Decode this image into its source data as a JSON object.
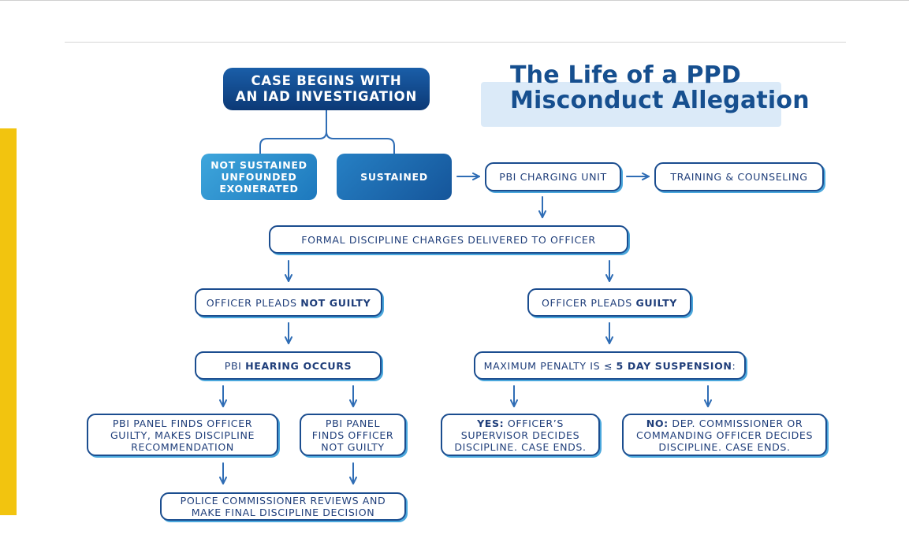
{
  "title": {
    "line1": "The Life of a PPD",
    "line2": "Misconduct Allegation"
  },
  "colors": {
    "accent_bar": "#f2c40f",
    "primary_navy": "#1b4d8f",
    "title": "#164f8f",
    "shadow_blue": "#4aa7dc",
    "arrow": "#2f6db5"
  },
  "nodes": {
    "case_begins": {
      "line1": "CASE BEGINS WITH",
      "line2": "AN IAD INVESTIGATION"
    },
    "not_sustained": {
      "line1": "NOT SUSTAINED",
      "line2": "UNFOUNDED",
      "line3": "EXONERATED"
    },
    "sustained": "SUSTAINED",
    "pbi_charging": "PBI CHARGING UNIT",
    "training": "TRAINING & COUNSELING",
    "formal_charges": "FORMAL DISCIPLINE CHARGES DELIVERED TO OFFICER",
    "pleads_not_guilty": {
      "prefix": "OFFICER PLEADS ",
      "bold": "NOT GUILTY"
    },
    "pleads_guilty": {
      "prefix": "OFFICER PLEADS ",
      "bold": "GUILTY"
    },
    "hearing": {
      "prefix": "PBI ",
      "bold": "HEARING OCCURS"
    },
    "max_penalty": {
      "prefix": "MAXIMUM PENALTY IS ≤ ",
      "bold": "5 DAY SUSPENSION",
      "suffix": ":"
    },
    "panel_guilty": {
      "line1": "PBI PANEL FINDS OFFICER",
      "line2": "GUILTY, MAKES DISCIPLINE",
      "line3": "RECOMMENDATION"
    },
    "panel_not_guilty": {
      "line1": "PBI PANEL",
      "line2": "FINDS OFFICER",
      "line3": "NOT GUILTY"
    },
    "yes_branch": {
      "bold": "YES:",
      "line1_rest": " OFFICER’S",
      "line2": "SUPERVISOR DECIDES",
      "line3": "DISCIPLINE. CASE ENDS."
    },
    "no_branch": {
      "bold": "NO:",
      "line1_rest": " DEP. COMMISSIONER OR",
      "line2": "COMMANDING OFFICER DECIDES",
      "line3": "DISCIPLINE. CASE ENDS."
    },
    "commissioner": {
      "line1": "POLICE COMMISSIONER REVIEWS AND",
      "line2": "MAKE FINAL DISCIPLINE DECISION"
    }
  }
}
